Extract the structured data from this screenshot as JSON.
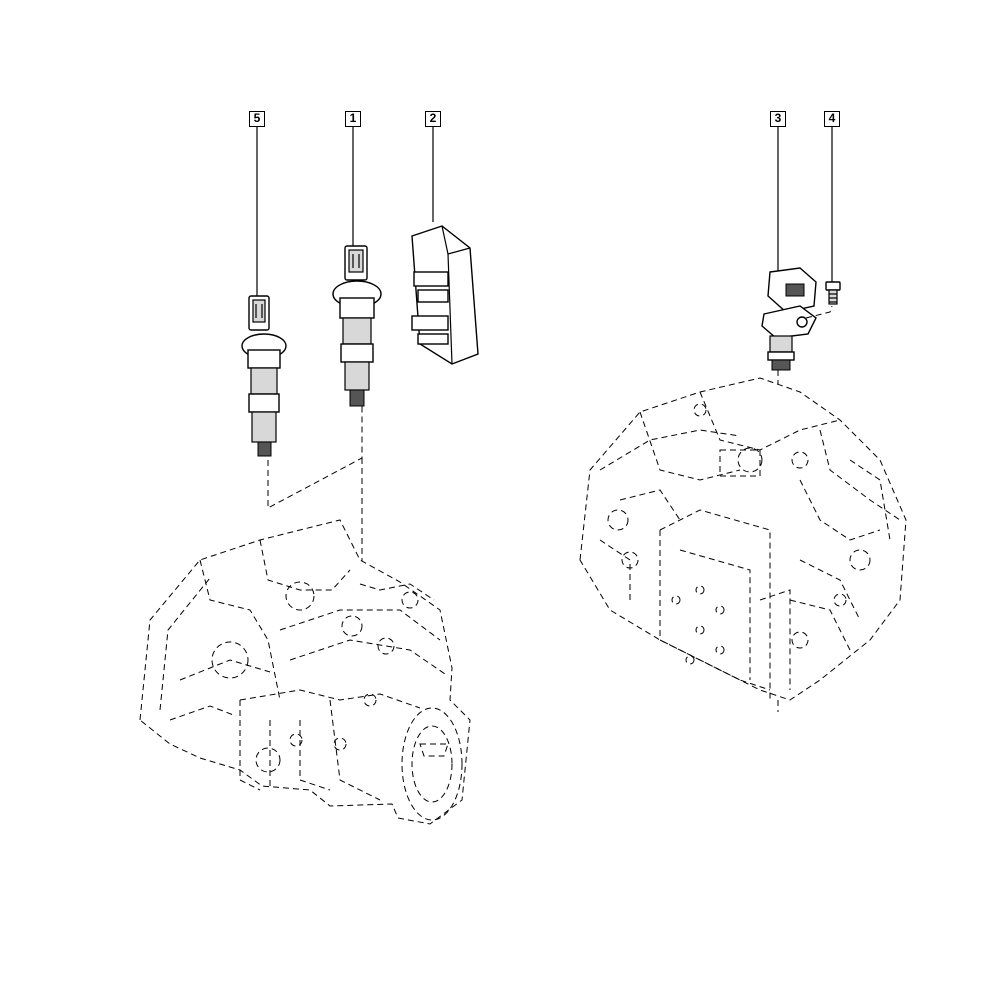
{
  "callouts": [
    {
      "id": "5",
      "label": "5"
    },
    {
      "id": "1",
      "label": "1"
    },
    {
      "id": "2",
      "label": "2"
    },
    {
      "id": "3",
      "label": "3"
    },
    {
      "id": "4",
      "label": "4"
    }
  ]
}
